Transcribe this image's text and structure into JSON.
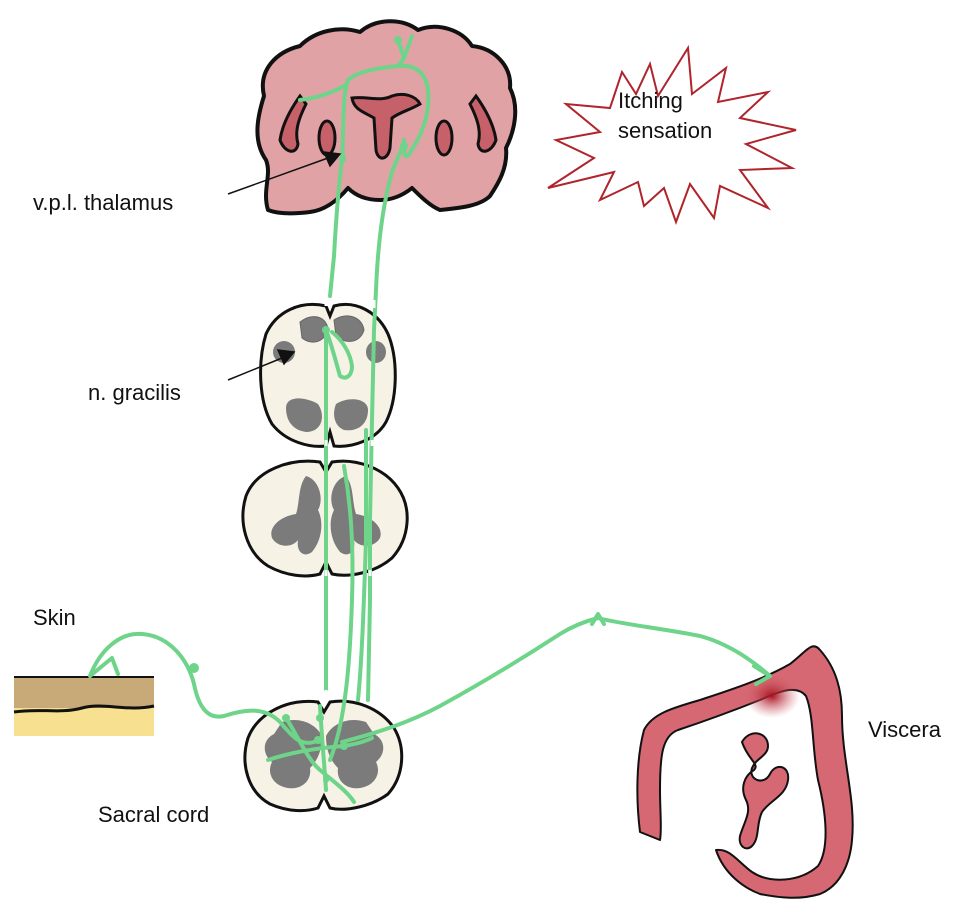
{
  "labels": {
    "vpl_thalamus": "v.p.l. thalamus",
    "n_gracilis": "n. gracilis",
    "skin": "Skin",
    "sacral_cord": "Sacral cord",
    "viscera": "Viscera",
    "itching_line1": "Itching",
    "itching_line2": "sensation"
  },
  "colors": {
    "pathway": "#6dd48a",
    "brain_fill": "#e1a2a6",
    "brain_dark": "#c76169",
    "cord_fill": "#f6f3e6",
    "gray_matter": "#7b7b7b",
    "colon_fill": "#d56872",
    "colon_hot": "#a81220",
    "burst_stroke": "#b0242c",
    "skin_tan": "#c8aa78",
    "skin_yellow": "#f7e08f"
  }
}
